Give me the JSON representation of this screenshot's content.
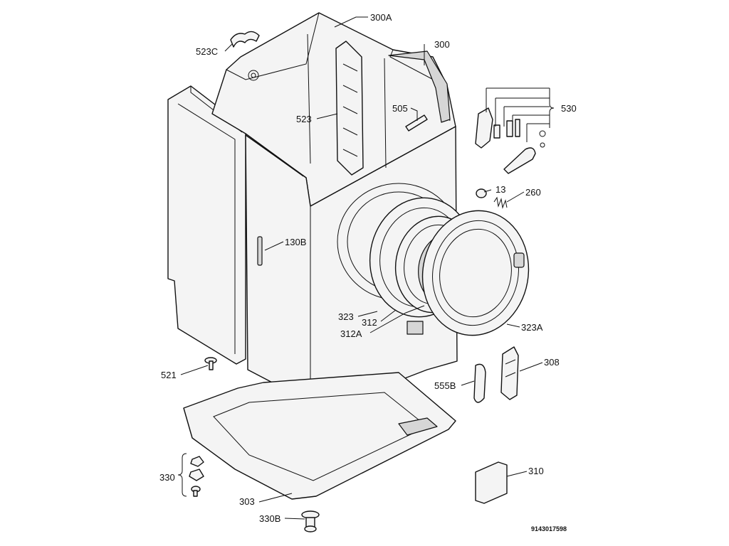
{
  "labels": {
    "l300A": "300A",
    "l300": "300",
    "l523C": "523C",
    "l523": "523",
    "l505": "505",
    "l530": "530",
    "l13": "13",
    "l260": "260",
    "l130B": "130B",
    "l323": "323",
    "l312": "312",
    "l312A": "312A",
    "l323A": "323A",
    "l521": "521",
    "l308": "308",
    "l555B": "555B",
    "l330": "330",
    "l303": "303",
    "l330B": "330B",
    "l310": "310"
  },
  "figure_number": "9143017598"
}
